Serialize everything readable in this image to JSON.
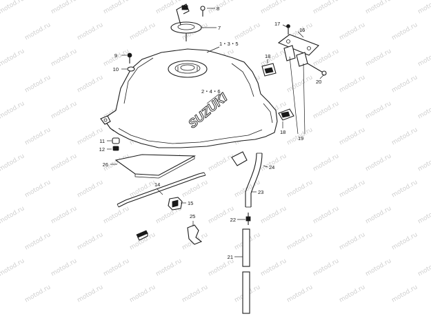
{
  "diagram": {
    "brand_text": "SUZUKI",
    "watermark_text": "motod.ru",
    "callouts": {
      "c1_3_5": "1・3・5",
      "c2_4_6": "2・4・6",
      "c7": "7",
      "c8": "8",
      "c9": "9",
      "c10": "10",
      "c11": "11",
      "c12": "12",
      "c14": "14",
      "c15": "15",
      "c16": "16",
      "c17": "17",
      "c18a": "18",
      "c18b": "18",
      "c19": "19",
      "c20": "20",
      "c21": "21",
      "c22": "22",
      "c23": "23",
      "c24": "24",
      "c25": "25",
      "c26": "26"
    }
  }
}
